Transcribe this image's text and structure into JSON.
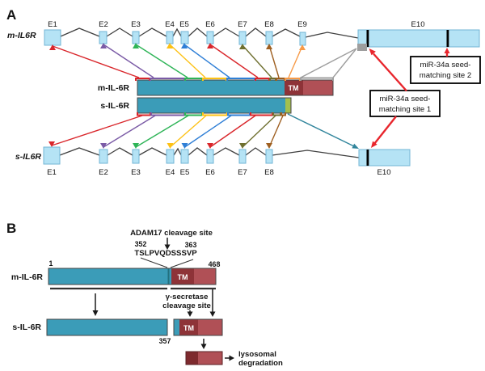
{
  "colors": {
    "exon_fill": "#b5e3f5",
    "exon_border": "#72b5d5",
    "intron_gray": "#3f3f3f",
    "receptor_teal": "#3b9cb8",
    "tm_dark_red": "#8e3338",
    "cterm_red": "#b05056",
    "degraded_dark_red": "#7e2a2e",
    "sil6r_cap_green": "#a3c04e",
    "site_marker_black": "#000000",
    "e1_red": "#d9262b",
    "e2_purple": "#7b5ba6",
    "e3_green": "#2eb457",
    "e4_yellow": "#fdc115",
    "e5_blue": "#2f7fd6",
    "e6_red": "#d9262b",
    "e7_olive": "#6f7030",
    "e8_brown": "#9e5f20",
    "e9_orange": "#f79a47",
    "e10_gray": "#9e9e9e",
    "e10_teal": "#31859c",
    "annotation_red": "#e8262d"
  },
  "panelA": {
    "label": "A",
    "top_gene_name": "m-IL6R",
    "top_exons": [
      "E1",
      "E2",
      "E3",
      "E4",
      "E5",
      "E6",
      "E7",
      "E8",
      "E9",
      "E10"
    ],
    "bottom_gene_name": "s-IL6R",
    "bottom_exons": [
      "E1",
      "E2",
      "E3",
      "E4",
      "E5",
      "E6",
      "E7",
      "E8",
      "E10"
    ],
    "membrane_protein_label": "m-IL-6R",
    "soluble_protein_label": "s-IL-6R",
    "tm_label": "TM",
    "mir_site2": {
      "line1": "miR-34a seed-",
      "line2": "matching site 2"
    },
    "mir_site1": {
      "line1": "miR-34a seed-",
      "line2": "matching site 1"
    }
  },
  "panelB": {
    "label": "B",
    "adam17_label": "ADAM17 cleavage site",
    "cleavage_start": "352",
    "cleavage_end": "363",
    "cleavage_sequence": "TSLPVQDSSSVP",
    "protein_start": "1",
    "protein_end": "468",
    "membrane_protein_label": "m-IL-6R",
    "soluble_protein_label": "s-IL-6R",
    "soluble_end": "357",
    "tm_label": "TM",
    "gamma_secretase_line1": "γ-secretase",
    "gamma_secretase_line2": "cleavage site",
    "lysosomal_line1": "lysosomal",
    "lysosomal_line2": "degradation"
  }
}
